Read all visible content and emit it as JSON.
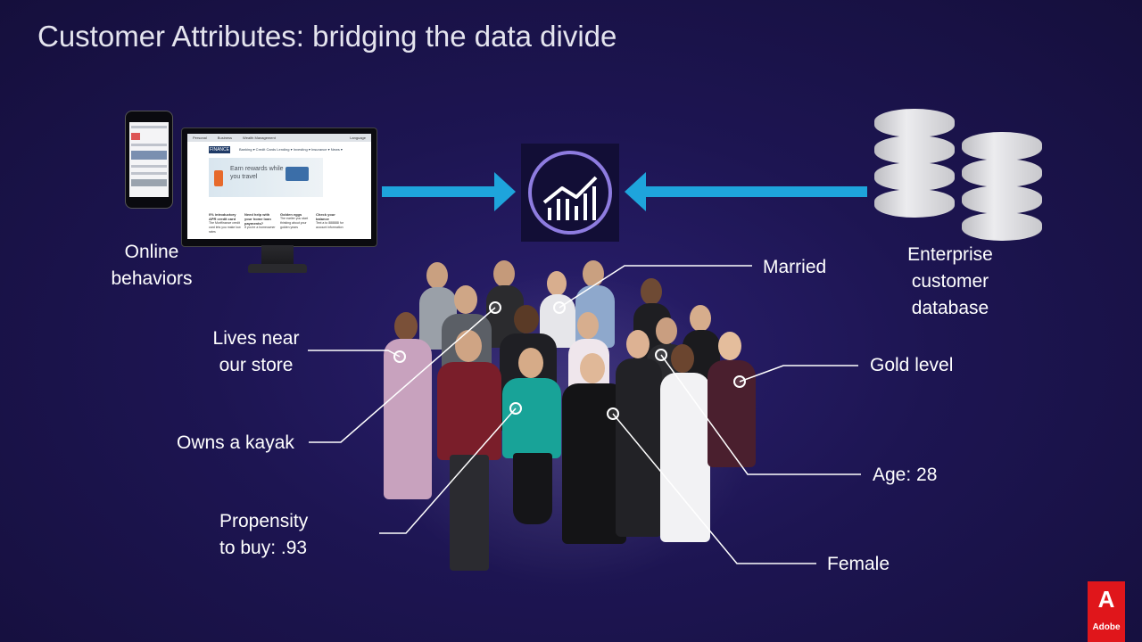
{
  "slide": {
    "title": "Customer Attributes: bridging the data divide"
  },
  "sources": {
    "online": {
      "line1": "Online",
      "line2": "behaviors"
    },
    "enterprise": {
      "line1": "Enterprise",
      "line2": "customer",
      "line3": "database"
    }
  },
  "website": {
    "tabs": [
      "Personal",
      "Business",
      "Wealth Management",
      "Language"
    ],
    "logo": "FINANCE",
    "nav": "Banking ▾  Credit Cards  Lending ▾  Investing ▾  Insurance ▾  News ▾",
    "banner_text": "Earn rewards while you travel",
    "columns": [
      {
        "heading": "0% introductory APR credit card",
        "text": "The Mortfinance credit card lets you make low rates"
      },
      {
        "heading": "Need help with your home loan payments?",
        "text": "If you're a homeowner"
      },
      {
        "heading": "Golden eggs",
        "text": "The earlier you start thinking about your golden years"
      },
      {
        "heading": "Check your balance",
        "text": "Text a to 888888 for account information"
      }
    ]
  },
  "attributes": {
    "married": "Married",
    "lives_near_1": "Lives near",
    "lives_near_2": "our store",
    "gold_level": "Gold level",
    "owns_kayak": "Owns a kayak",
    "age": "Age: 28",
    "propensity_1": "Propensity",
    "propensity_2": "to buy: .93",
    "female": "Female"
  },
  "branding": {
    "adobe_word": "Adobe",
    "adobe_color": "#e0161b",
    "arrow_color": "#1ea4dc",
    "analytics_icon": "adobe-analytics-icon",
    "accent_purple": "#8e7ce0"
  }
}
